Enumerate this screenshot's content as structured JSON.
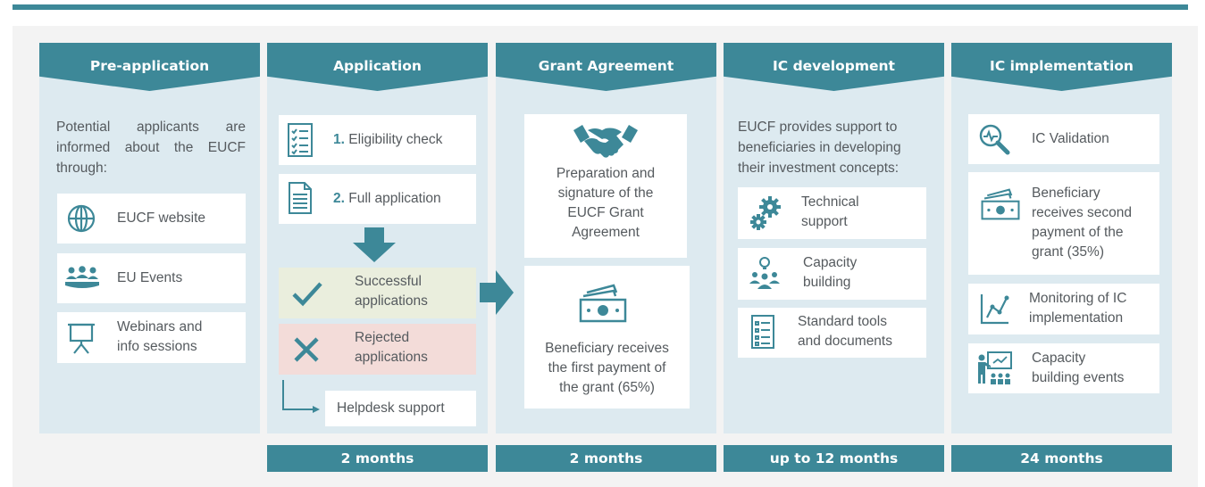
{
  "stages": [
    {
      "title": "Pre-application"
    },
    {
      "title": "Application",
      "duration": "2 months"
    },
    {
      "title": "Grant Agreement",
      "duration": "2 months"
    },
    {
      "title": "IC development",
      "duration": "up to 12 months"
    },
    {
      "title": "IC implementation",
      "duration": "24 months"
    }
  ],
  "pre_application": {
    "intro": [
      "Potential applicants are",
      "informed about the EUCF",
      "through:"
    ],
    "items": [
      {
        "icon": "globe-icon",
        "label": "EUCF website"
      },
      {
        "icon": "people-group-icon",
        "label": "EU Events"
      },
      {
        "icon": "presentation-board-icon",
        "label": [
          "Webinars and",
          "info sessions"
        ]
      }
    ]
  },
  "application": {
    "steps": [
      {
        "icon": "checklist-icon",
        "number": "1.",
        "label": "Eligibility check"
      },
      {
        "icon": "document-icon",
        "number": "2.",
        "label": "Full application"
      }
    ],
    "successful": [
      "Successful",
      "applications"
    ],
    "rejected": [
      "Rejected",
      "applications"
    ],
    "helpdesk": "Helpdesk support",
    "colors": {
      "successful_bg": "#eaeedd",
      "rejected_bg": "#f3dcd9",
      "accent": "#3d8898"
    }
  },
  "grant_agreement": {
    "items": [
      {
        "icon": "handshake-icon",
        "label": [
          "Preparation and",
          "signature of the",
          "EUCF Grant",
          "Agreement"
        ]
      },
      {
        "icon": "money-icon",
        "label": [
          "Beneficiary receives",
          "the first payment of",
          "the grant (65%)"
        ]
      }
    ]
  },
  "ic_development": {
    "intro": [
      "EUCF provides support to",
      "beneficiaries in developing",
      "their investment concepts:"
    ],
    "items": [
      {
        "icon": "gears-icon",
        "label": [
          "Technical",
          "support"
        ]
      },
      {
        "icon": "idea-team-icon",
        "label": [
          "Capacity",
          "building"
        ]
      },
      {
        "icon": "list-icon",
        "label": [
          "Standard tools",
          "and documents"
        ]
      }
    ]
  },
  "ic_implementation": {
    "items": [
      {
        "icon": "magnifier-pulse-icon",
        "label": [
          "IC Validation"
        ]
      },
      {
        "icon": "money-icon",
        "label": [
          "Beneficiary",
          "receives second",
          "payment of the",
          "grant (35%)"
        ]
      },
      {
        "icon": "line-chart-icon",
        "label": [
          "Monitoring of IC",
          "implementation"
        ]
      },
      {
        "icon": "trainer-icon",
        "label": [
          "Capacity",
          "building events"
        ]
      }
    ]
  }
}
